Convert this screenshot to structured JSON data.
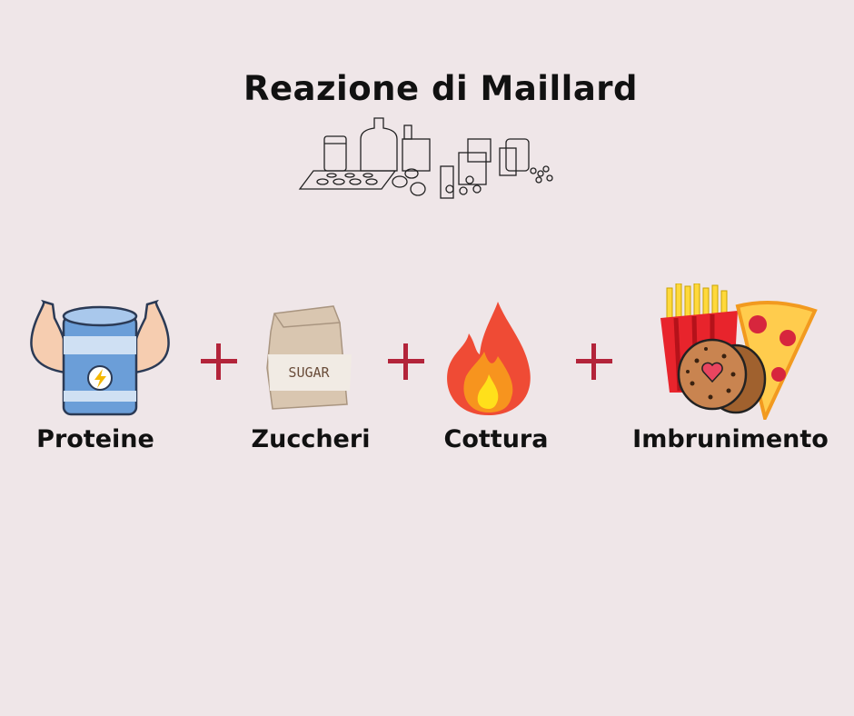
{
  "title": "Reazione di Maillard",
  "steps": [
    {
      "label": "Proteine",
      "icon": "protein-jar-icon"
    },
    {
      "label": "Zuccheri",
      "icon": "sugar-bag-icon",
      "icon_text": "SUGAR"
    },
    {
      "label": "Cottura",
      "icon": "flame-icon"
    },
    {
      "label": "Imbrunimento",
      "icon": "browned-food-icon"
    }
  ],
  "operator": "+",
  "colors": {
    "background": "#efe6e8",
    "plus": "#b3243a"
  }
}
